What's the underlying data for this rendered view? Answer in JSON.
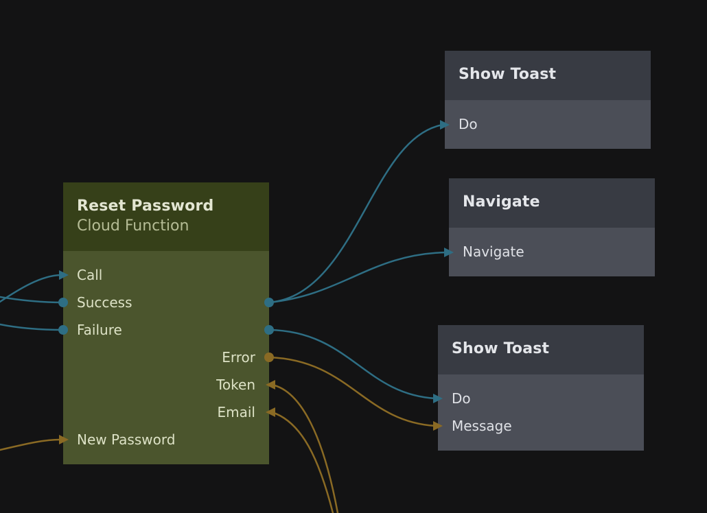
{
  "colors": {
    "canvas": "#131314",
    "signal_wire": "#2e6e84",
    "data_wire": "#8a6a24",
    "function_node_header": "#364019",
    "function_node_body": "#4b552d",
    "action_node_header": "#383b43",
    "action_node_body": "#4b4e57"
  },
  "nodes": {
    "reset_password": {
      "title": "Reset Password",
      "subtitle": "Cloud Function",
      "ports": {
        "call": "Call",
        "success": "Success",
        "failure": "Failure",
        "error": "Error",
        "token": "Token",
        "email": "Email",
        "new_password": "New Password"
      }
    },
    "show_toast_1": {
      "title": "Show Toast",
      "ports": {
        "do": "Do"
      }
    },
    "navigate": {
      "title": "Navigate",
      "ports": {
        "navigate": "Navigate"
      }
    },
    "show_toast_2": {
      "title": "Show Toast",
      "ports": {
        "do": "Do",
        "message": "Message"
      }
    }
  }
}
